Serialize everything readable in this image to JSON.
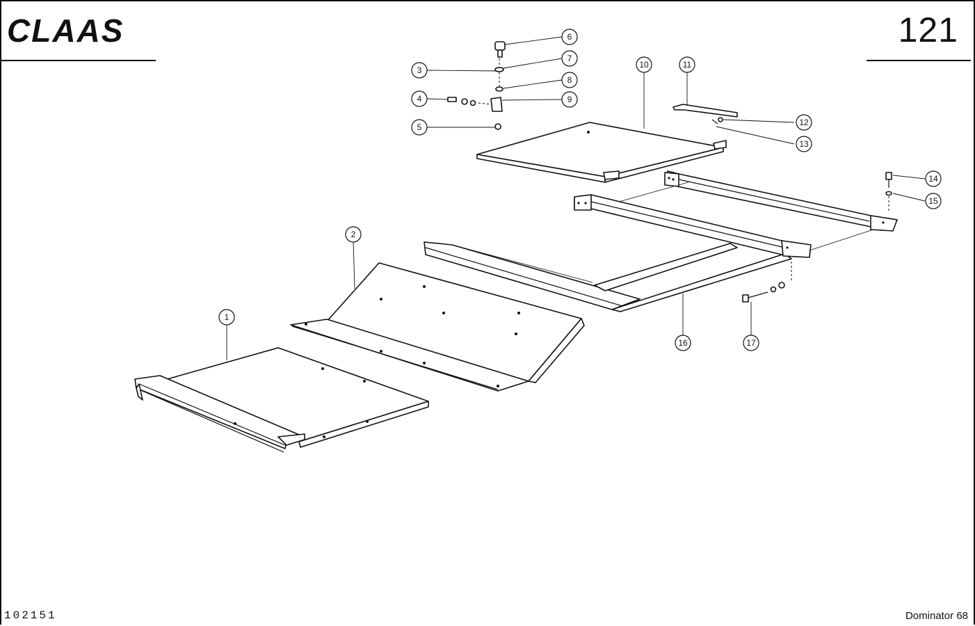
{
  "header": {
    "brand": "CLAAS",
    "page_number": "121"
  },
  "footer": {
    "drawing_code": "102151",
    "model": "Dominator 68"
  },
  "callouts": [
    "1",
    "2",
    "3",
    "4",
    "5",
    "6",
    "7",
    "8",
    "9",
    "10",
    "11",
    "12",
    "13",
    "14",
    "15",
    "16",
    "17"
  ]
}
